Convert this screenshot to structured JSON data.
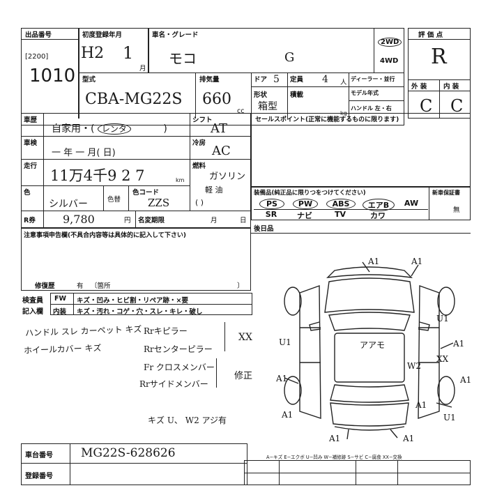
{
  "header": {
    "lot_label": "出品番号",
    "lot_sub": "2200",
    "lot_number": "1010",
    "reg_label": "初度登録年月",
    "reg_era": "H2",
    "reg_month": "1",
    "reg_month_unit": "月",
    "model_label": "車名・グレード",
    "model_name": "モコ",
    "grade": "G",
    "drive_2wd": "2WD",
    "drive_4wd": "4WD",
    "score_label": "評 価 点",
    "score": "R",
    "ext_label": "外 装",
    "int_label": "内 装",
    "ext_grade": "C",
    "int_grade": "C"
  },
  "spec": {
    "type_label": "型式",
    "type_value": "CBA-MG22S",
    "cc_label": "排気量",
    "cc_value": "660",
    "cc_unit": "cc",
    "door_label": "ドア",
    "door_value": "5",
    "cap_label": "定員",
    "cap_value": "4",
    "cap_unit": "人",
    "dealer_label": "ディーラー・並行",
    "model_year_label": "モデル年式",
    "body_label": "形状",
    "body_value": "箱型",
    "load_label": "積載",
    "load_unit": "kg",
    "handle_label": "ハンドル 左・右"
  },
  "usage": {
    "category_label": "車歴",
    "category_value": "自家用・(",
    "category_circled": "レンタ",
    "category_close": ")",
    "shift_label": "シフト",
    "shift_value": "AT",
    "inspection_label": "車検",
    "inspection_value": "一 年 一 月(   日)",
    "ac_label": "冷房",
    "ac_value": "AC",
    "mileage_label": "走行",
    "mileage_value": "11万4千9 2 7",
    "mileage_unit": "km",
    "fuel_label": "燃料",
    "fuel_value": "ガソリン",
    "fuel_alt": "軽 油",
    "fuel_paren": "(        )",
    "color_label": "色",
    "color_value": "シルバー",
    "color_change_label": "色替",
    "color_code_label": "色コード",
    "color_code": "ZZS",
    "recycle_label": "R券",
    "recycle_value": "9,780",
    "recycle_unit": "円",
    "name_change_label": "名変期限",
    "name_month": "月",
    "name_day": "日"
  },
  "sales": {
    "title": "セールスポイント(正常に機能するものに限ります)"
  },
  "equipment": {
    "title": "装備品(純正品に限りつをつけてください)",
    "new_label": "新車保証書",
    "new_value": "無",
    "row1": [
      "PS",
      "PW",
      "ABS",
      "エアB",
      "AW"
    ],
    "row2": [
      "SR",
      "ナビ",
      "TV",
      "カワ"
    ],
    "after_label": "後日品"
  },
  "notes": {
    "title": "注意事項申告欄(不具合内容等は具体的に記入して下さい)",
    "repair_label": "修復歴",
    "repair_value": "有",
    "repair_extra": "箇所"
  },
  "inspector": {
    "label1": "検査員",
    "label2": "記入欄",
    "fw": "FW",
    "line1": "キズ・凹み・ヒビ割・リペア跡・×要",
    "interior": "内装",
    "line2": "キズ・汚れ・コゲ・穴・スレ・キレ・破し",
    "comments": [
      "ハンドル スレ カーペット キズ",
      "ホイールカバー キズ",
      "Rrキピラー",
      "Rrセンターピラー",
      "Fr クロスメンバー",
      "Rrサイドメンバー",
      "修正",
      "キズ U、 W2 アジ有",
      "XX"
    ]
  },
  "diagram": {
    "marks": [
      "A1",
      "A1",
      "U1",
      "A1",
      "A1",
      "XX",
      "W2",
      "A1",
      "A1",
      "A1",
      "U1",
      "A1",
      "A1",
      "U1",
      "アアモ"
    ]
  },
  "footer": {
    "chassis_label": "車台番号",
    "chassis_value": "MG22S-628626",
    "reg_label": "登録番号",
    "legend": "A−キズ E−エクボ U−凹み W−補修跡 S−サビ C−腐食 XX−交換"
  }
}
